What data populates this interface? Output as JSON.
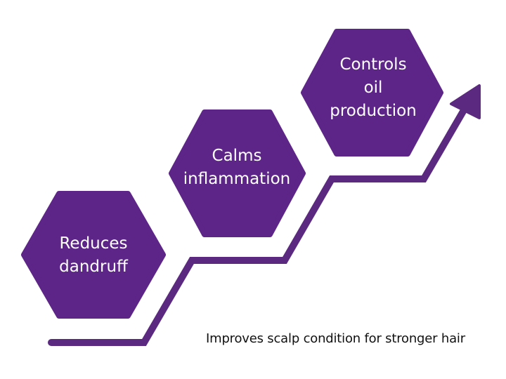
{
  "colors": {
    "hexagon": "#5d2587",
    "path": "#5b2a80",
    "text_on_hex": "#ffffff",
    "caption": "#111111",
    "background": "#ffffff"
  },
  "steps": [
    {
      "lines": [
        "Reduces",
        "dandruff"
      ]
    },
    {
      "lines": [
        "Calms",
        "inflammation"
      ]
    },
    {
      "lines": [
        "Controls",
        "oil",
        "production"
      ]
    }
  ],
  "caption": "Improves scalp condition for stronger hair",
  "icons": {
    "arrow": "arrow-up-right-icon"
  }
}
